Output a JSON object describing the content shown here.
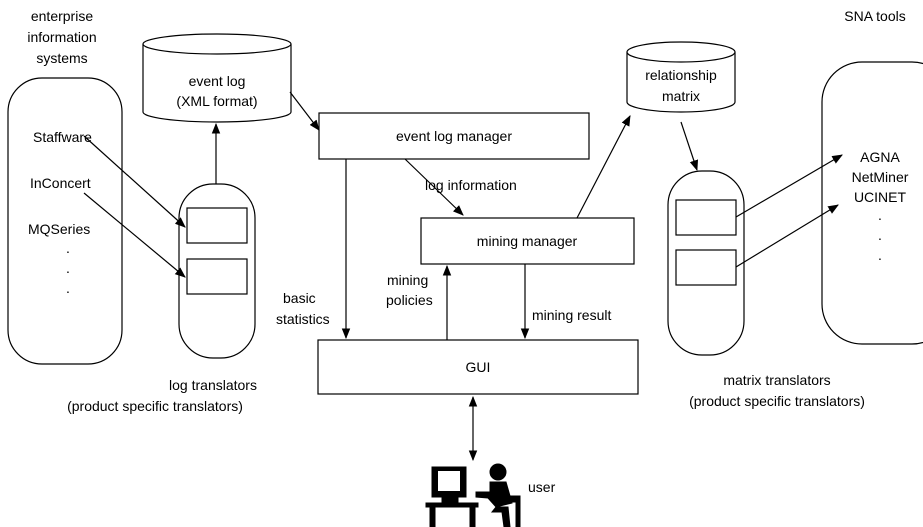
{
  "diagram": {
    "enterprise_systems": {
      "title": [
        "enterprise",
        "information",
        "systems"
      ],
      "items": [
        "Staffware",
        "InConcert",
        "MQSeries"
      ],
      "ellipsis": [
        ".",
        ".",
        "."
      ]
    },
    "event_log_db": {
      "label": [
        "event log",
        "(XML format)"
      ]
    },
    "event_log_manager": {
      "label": "event log manager"
    },
    "mining_manager": {
      "label": "mining manager"
    },
    "gui": {
      "label": "GUI"
    },
    "relationship_matrix_db": {
      "label": [
        "relationship",
        "matrix"
      ]
    },
    "log_translators": {
      "caption": [
        "log translators",
        "(product specific translators)"
      ]
    },
    "matrix_translators": {
      "caption": [
        "matrix translators",
        "(product specific translators)"
      ]
    },
    "sna_tools": {
      "title": "SNA tools",
      "items": [
        "AGNA",
        "NetMiner",
        "UCINET"
      ],
      "ellipsis": [
        ".",
        ".",
        "."
      ]
    },
    "edge_labels": {
      "log_information": "log information",
      "mining_policies": [
        "mining",
        "policies"
      ],
      "basic_statistics": [
        "basic",
        "statistics"
      ],
      "mining_result": "mining result"
    },
    "user": {
      "label": "user"
    }
  }
}
